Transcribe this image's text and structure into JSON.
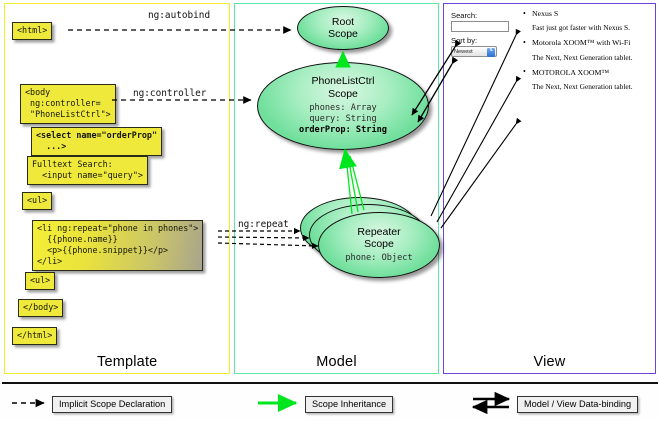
{
  "panels": {
    "template": {
      "label": "Template",
      "border_color": "#f2ef2a"
    },
    "model": {
      "label": "Model",
      "border_color": "#5ce8a8"
    },
    "view": {
      "label": "View",
      "border_color": "#6b45d6"
    }
  },
  "template_code": {
    "html_open": "<html>",
    "body_open": "<body\n ng:controller=\n \"PhoneListCtrl\">",
    "select": "<select name=\"orderProp\"\n  ...>",
    "search": "Fulltext Search:\n  <input name=\"query\">",
    "ul_open": "<ul>",
    "li_repeat": "<li ng:repeat=\"phone in phones\">\n  {{phone.name}}\n  <p>{{phone.snippet}}</p>\n</li>",
    "ul_close": "<ul>",
    "body_close": "</body>",
    "html_close": "</html>"
  },
  "wire_labels": {
    "autobind": "ng:autobind",
    "controller": "ng:controller",
    "repeat": "ng:repeat"
  },
  "scopes": {
    "root": {
      "title": "Root\nScope"
    },
    "phone_list_ctrl": {
      "title": "PhoneListCtrl\nScope",
      "props_normal": "phones: Array\nquery: String",
      "props_bold": "orderProp: String"
    },
    "repeater": {
      "title": "Repeater\nScope",
      "props": "phone: Object",
      "count": 3
    }
  },
  "view": {
    "search_label": "Search:",
    "search_value": "",
    "sort_label": "Sort by:",
    "sort_value": "Newest",
    "phones": [
      {
        "name": "Nexus S",
        "snippet": "Fast just got faster with Nexus S."
      },
      {
        "name": "Motorola XOOM™ with Wi-Fi",
        "snippet": "The Next, Next Generation tablet."
      },
      {
        "name": "MOTOROLA XOOM™",
        "snippet": "The Next, Next Generation tablet."
      }
    ]
  },
  "legend": {
    "implicit_scope_declaration": "Implicit Scope Declaration",
    "scope_inheritance": "Scope Inheritance",
    "model_view_databinding": "Model / View Data-binding",
    "colors": {
      "inheritance_arrow": "#00e61e",
      "databinding_arrow": "#000000",
      "declaration_arrow": "#000000"
    }
  }
}
